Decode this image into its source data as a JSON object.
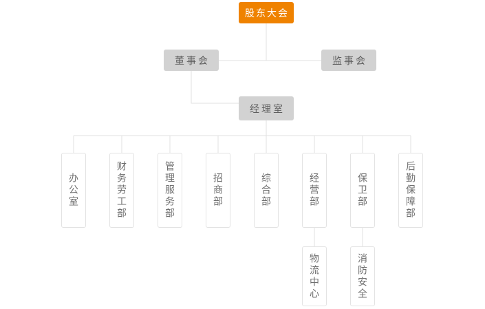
{
  "org_chart": {
    "root": {
      "label": "股东大会"
    },
    "boards": [
      {
        "label": "董事会"
      },
      {
        "label": "监事会"
      }
    ],
    "management": {
      "label": "经理室"
    },
    "departments": [
      {
        "label": "办公室"
      },
      {
        "label": "财务劳工部"
      },
      {
        "label": "管理服务部"
      },
      {
        "label": "招商部"
      },
      {
        "label": "综合部"
      },
      {
        "label": "经营部"
      },
      {
        "label": "保卫部"
      },
      {
        "label": "后勤保障部"
      }
    ],
    "sub_units": [
      {
        "label": "物流中心",
        "parent": "经营部"
      },
      {
        "label": "消防安全",
        "parent": "保卫部"
      }
    ],
    "colors": {
      "root_background": "#ef8200",
      "root_text": "#ffffff",
      "level2_background": "#d2d2d2",
      "level2_text": "#5f5f5f",
      "leaf_border": "#e3e3e3",
      "leaf_text": "#6f6f6f",
      "connector": "#e0e0e0",
      "page_background": "#ffffff"
    }
  }
}
